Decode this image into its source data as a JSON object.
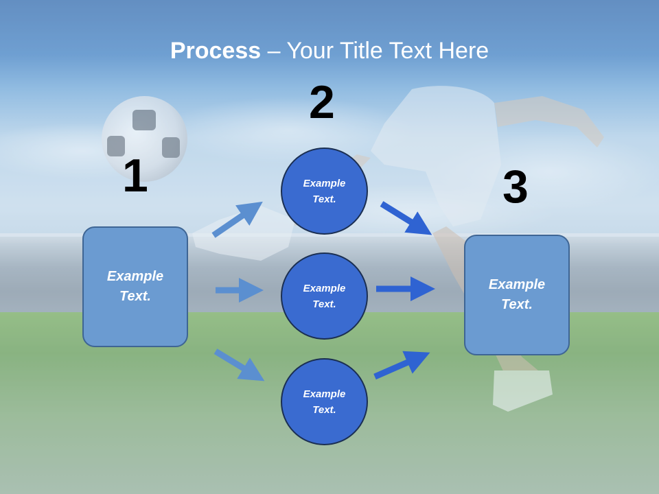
{
  "title": {
    "bold": "Process",
    "rest": " – Your Title Text Here"
  },
  "steps": [
    {
      "number": "1",
      "text_line1": "Example",
      "text_line2": "Text."
    },
    {
      "number": "2",
      "items": [
        {
          "text_line1": "Example",
          "text_line2": "Text."
        },
        {
          "text_line1": "Example",
          "text_line2": "Text."
        },
        {
          "text_line1": "Example",
          "text_line2": "Text."
        }
      ]
    },
    {
      "number": "3",
      "text_line1": "Example",
      "text_line2": "Text."
    }
  ],
  "colors": {
    "box_fill": "#6b9bd1",
    "circle_fill": "#3a6bd0",
    "arrow_light": "#5b8fd0",
    "arrow_dark": "#2f63d2"
  }
}
